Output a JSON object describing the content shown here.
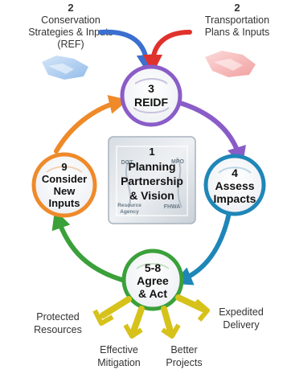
{
  "inputs": {
    "left": {
      "number": "2",
      "line1": "Conservation",
      "line2": "Strategies & Inputs",
      "line3": "(REF)"
    },
    "right": {
      "number": "2",
      "line1": "Transportation",
      "line2": "Plans & Inputs"
    }
  },
  "nodes": {
    "reidf": {
      "line1": "3",
      "line2": "REIDF"
    },
    "assess": {
      "line1": "4",
      "line2": "Assess",
      "line3": "Impacts"
    },
    "agree": {
      "line1": "5-8",
      "line2": "Agree",
      "line3": "& Act"
    },
    "consider": {
      "line1": "9",
      "line2": "Consider",
      "line3": "New",
      "line4": "Inputs"
    }
  },
  "center": {
    "line1": "1",
    "line2": "Planning",
    "line3": "Partnership",
    "line4": "& Vision",
    "tags": {
      "dot": "DOT",
      "mpo": "MPO",
      "resource1": "Resource",
      "resource2": "Agency",
      "fhwa": "FHWA"
    }
  },
  "outcomes": {
    "protected": {
      "line1": "Protected",
      "line2": "Resources"
    },
    "mitigation": {
      "line1": "Effective",
      "line2": "Mitigation"
    },
    "projects": {
      "line1": "Better",
      "line2": "Projects"
    },
    "delivery": {
      "line1": "Expedited",
      "line2": "Delivery"
    }
  },
  "colors": {
    "blue": "#3b6fd0",
    "red": "#e0322c",
    "purple": "#8a5cc8",
    "teal": "#1f86b8",
    "green": "#3aa03a",
    "orange": "#ef8a2a",
    "yellow": "#d6c21a",
    "text": "#333333"
  }
}
